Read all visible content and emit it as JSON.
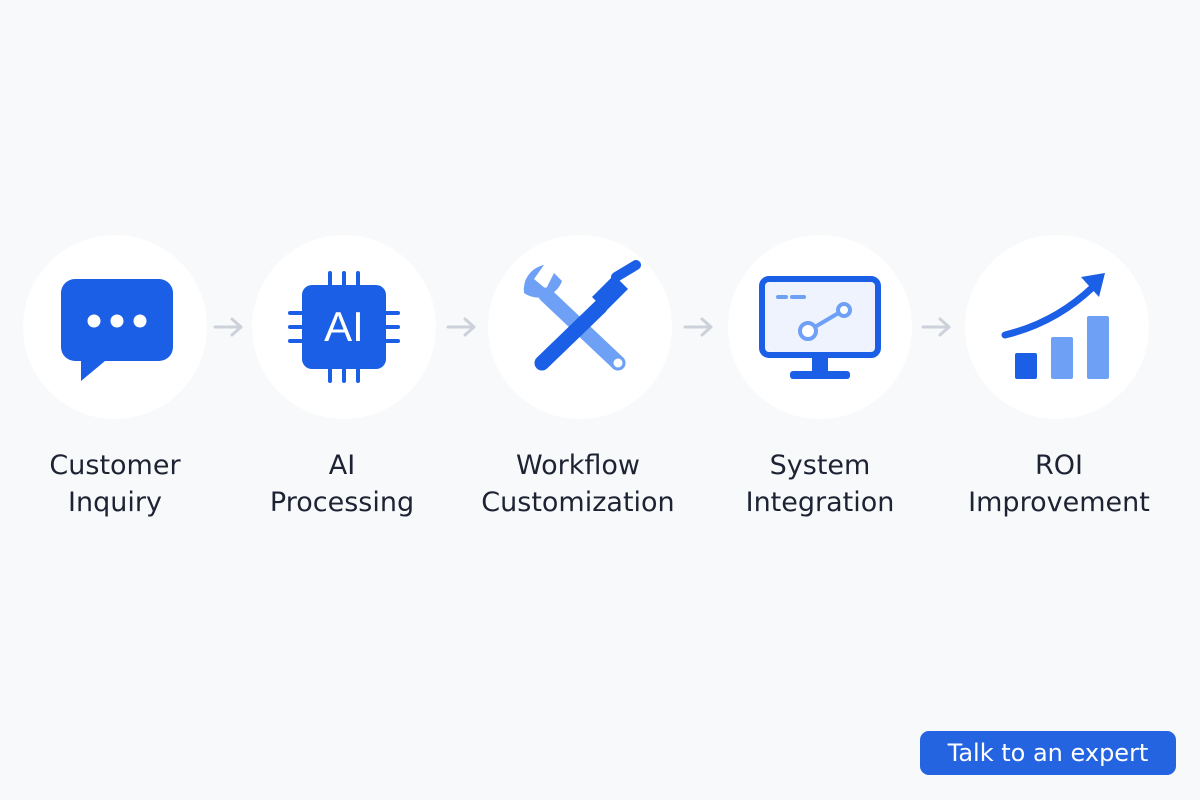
{
  "steps": [
    {
      "line1": "Customer",
      "line2": "Inquiry",
      "icon": "chat-bubble-icon"
    },
    {
      "line1": "AI",
      "line2": "Processing",
      "icon": "ai-chip-icon"
    },
    {
      "line1": "Workflow",
      "line2": "Customization",
      "icon": "wrench-screwdriver-icon"
    },
    {
      "line1": "System",
      "line2": "Integration",
      "icon": "monitor-icon"
    },
    {
      "line1": "ROI",
      "line2": "Improvement",
      "icon": "growth-chart-icon"
    }
  ],
  "chip_text": "AI",
  "cta": {
    "label": "Talk to an expert"
  },
  "colors": {
    "primary": "#1a5fe6",
    "light": "#6ea0f5",
    "arrow": "#cdd2da",
    "text": "#1d2333",
    "button": "#2464e0"
  }
}
